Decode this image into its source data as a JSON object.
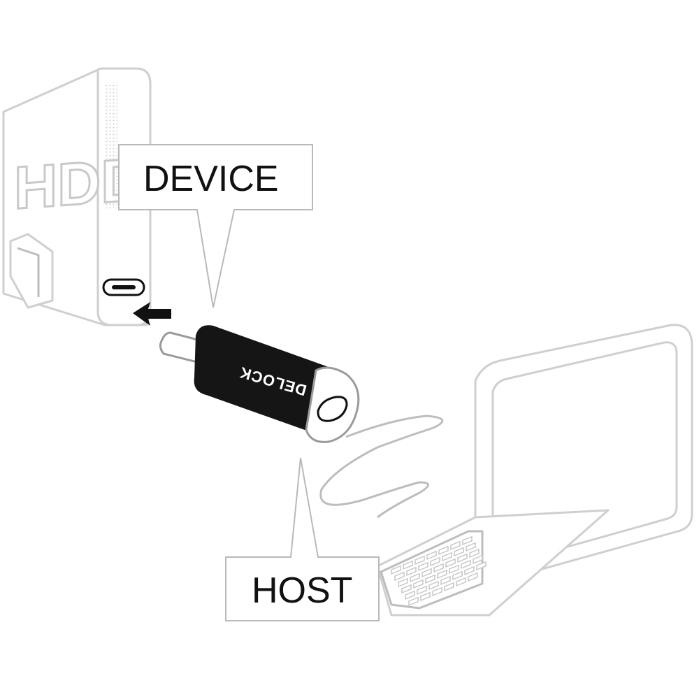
{
  "hdd": {
    "label": "HDD"
  },
  "callouts": {
    "device": "DEVICE",
    "host": "HOST"
  },
  "adapter": {
    "brand": "DELOCK"
  },
  "icons": {
    "arrow": "insert-arrow-icon",
    "usb_c_port": "usb-c-port-icon",
    "micro_usb_port": "micro-usb-port-icon"
  },
  "colors": {
    "outline": "#cfcfcf",
    "adapter_body": "#151515",
    "text": "#111111",
    "arrow": "#111111"
  }
}
